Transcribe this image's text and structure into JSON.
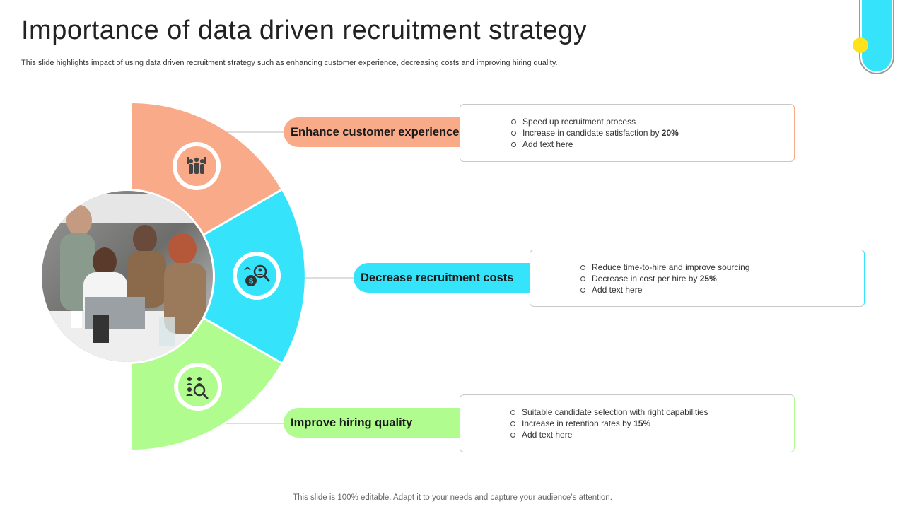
{
  "header": {
    "title": "Importance of data driven recruitment strategy",
    "subtitle": "This slide highlights impact of using data driven recruitment strategy such as enhancing customer experience, decreasing costs and improving hiring quality."
  },
  "colors": {
    "orange": "#f9ab89",
    "cyan": "#35e3fb",
    "green": "#b1fc8f",
    "yellow": "#ffe21a"
  },
  "photo": {
    "description_icon": "team-meeting-photo"
  },
  "items": [
    {
      "label": "Enhance customer experience",
      "icon": "team-celebration-icon",
      "color": "#f9ab89",
      "bullets": [
        {
          "text": "Speed up recruitment process",
          "bold": ""
        },
        {
          "text": "Increase in candidate satisfaction by ",
          "bold": "20%"
        },
        {
          "text": "Add text here",
          "bold": ""
        }
      ]
    },
    {
      "label": "Decrease recruitment costs",
      "icon": "cost-search-icon",
      "color": "#35e3fb",
      "bullets": [
        {
          "text": "Reduce time-to-hire and improve  sourcing",
          "bold": ""
        },
        {
          "text": "Decrease in cost per hire by ",
          "bold": "25%"
        },
        {
          "text": "Add text here",
          "bold": ""
        }
      ]
    },
    {
      "label": "Improve hiring quality",
      "icon": "candidate-search-icon",
      "color": "#b1fc8f",
      "bullets": [
        {
          "text": "Suitable candidate selection with right capabilities",
          "bold": ""
        },
        {
          "text": "Increase in retention rates by ",
          "bold": "15%"
        },
        {
          "text": "Add text here",
          "bold": ""
        }
      ]
    }
  ],
  "footer": "This slide is 100% editable. Adapt it to your needs and capture your audience’s attention."
}
